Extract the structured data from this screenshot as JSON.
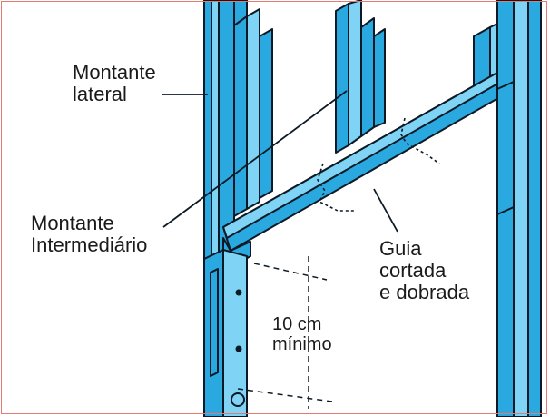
{
  "labels": {
    "montante_lateral": {
      "line1": "Montante",
      "line2": "lateral"
    },
    "montante_intermediario": {
      "line1": "Montante",
      "line2": "Intermediário"
    },
    "guia": {
      "line1": "Guia",
      "line2": "cortada",
      "line3": "e dobrada"
    },
    "dimension": {
      "line1": "10 cm",
      "line2": "mínimo"
    }
  },
  "colors": {
    "steel_fill": "#29a9e0",
    "steel_light": "#7fd3f4",
    "outline": "#0d1a26",
    "border": "#e47a72",
    "background": "#ffffff"
  }
}
